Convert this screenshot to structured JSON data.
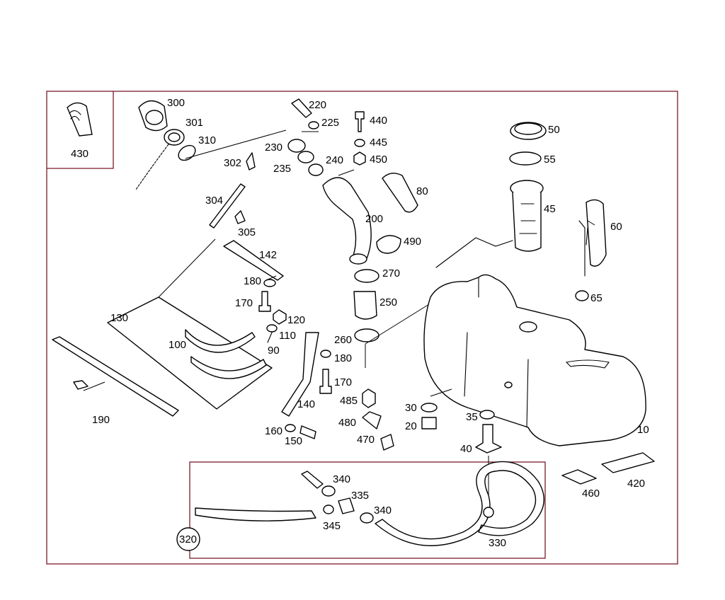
{
  "colors": {
    "frame": "#7a1a2a",
    "outline": "#000000",
    "highlight": "#b01030",
    "background": "#ffffff"
  },
  "labels": {
    "p430": "430",
    "p300": "300",
    "p301": "301",
    "p310": "310",
    "p302": "302",
    "p304": "304",
    "p305": "305",
    "p220": "220",
    "p225": "225",
    "p230": "230",
    "p235": "235",
    "p240": "240",
    "p200": "200",
    "p440": "440",
    "p445": "445",
    "p450": "450",
    "p80": "80",
    "p490": "490",
    "p270": "270",
    "p250": "250",
    "p260": "260",
    "p50": "50",
    "p55": "55",
    "p45": "45",
    "p60": "60",
    "p65": "65",
    "p142": "142",
    "p180a": "180",
    "p170a": "170",
    "p120": "120",
    "p110": "110",
    "p90": "90",
    "p130": "130",
    "p100": "100",
    "p180b": "180",
    "p170b": "170",
    "p140": "140",
    "p485": "485",
    "p480": "480",
    "p470": "470",
    "p160": "160",
    "p150": "150",
    "p190": "190",
    "p30": "30",
    "p20": "20",
    "p35": "35",
    "p40": "40",
    "p10": "10",
    "p460": "460",
    "p420": "420",
    "p340a": "340",
    "p335": "335",
    "p340b": "340",
    "p345": "345",
    "p330": "330",
    "p320": "320"
  }
}
